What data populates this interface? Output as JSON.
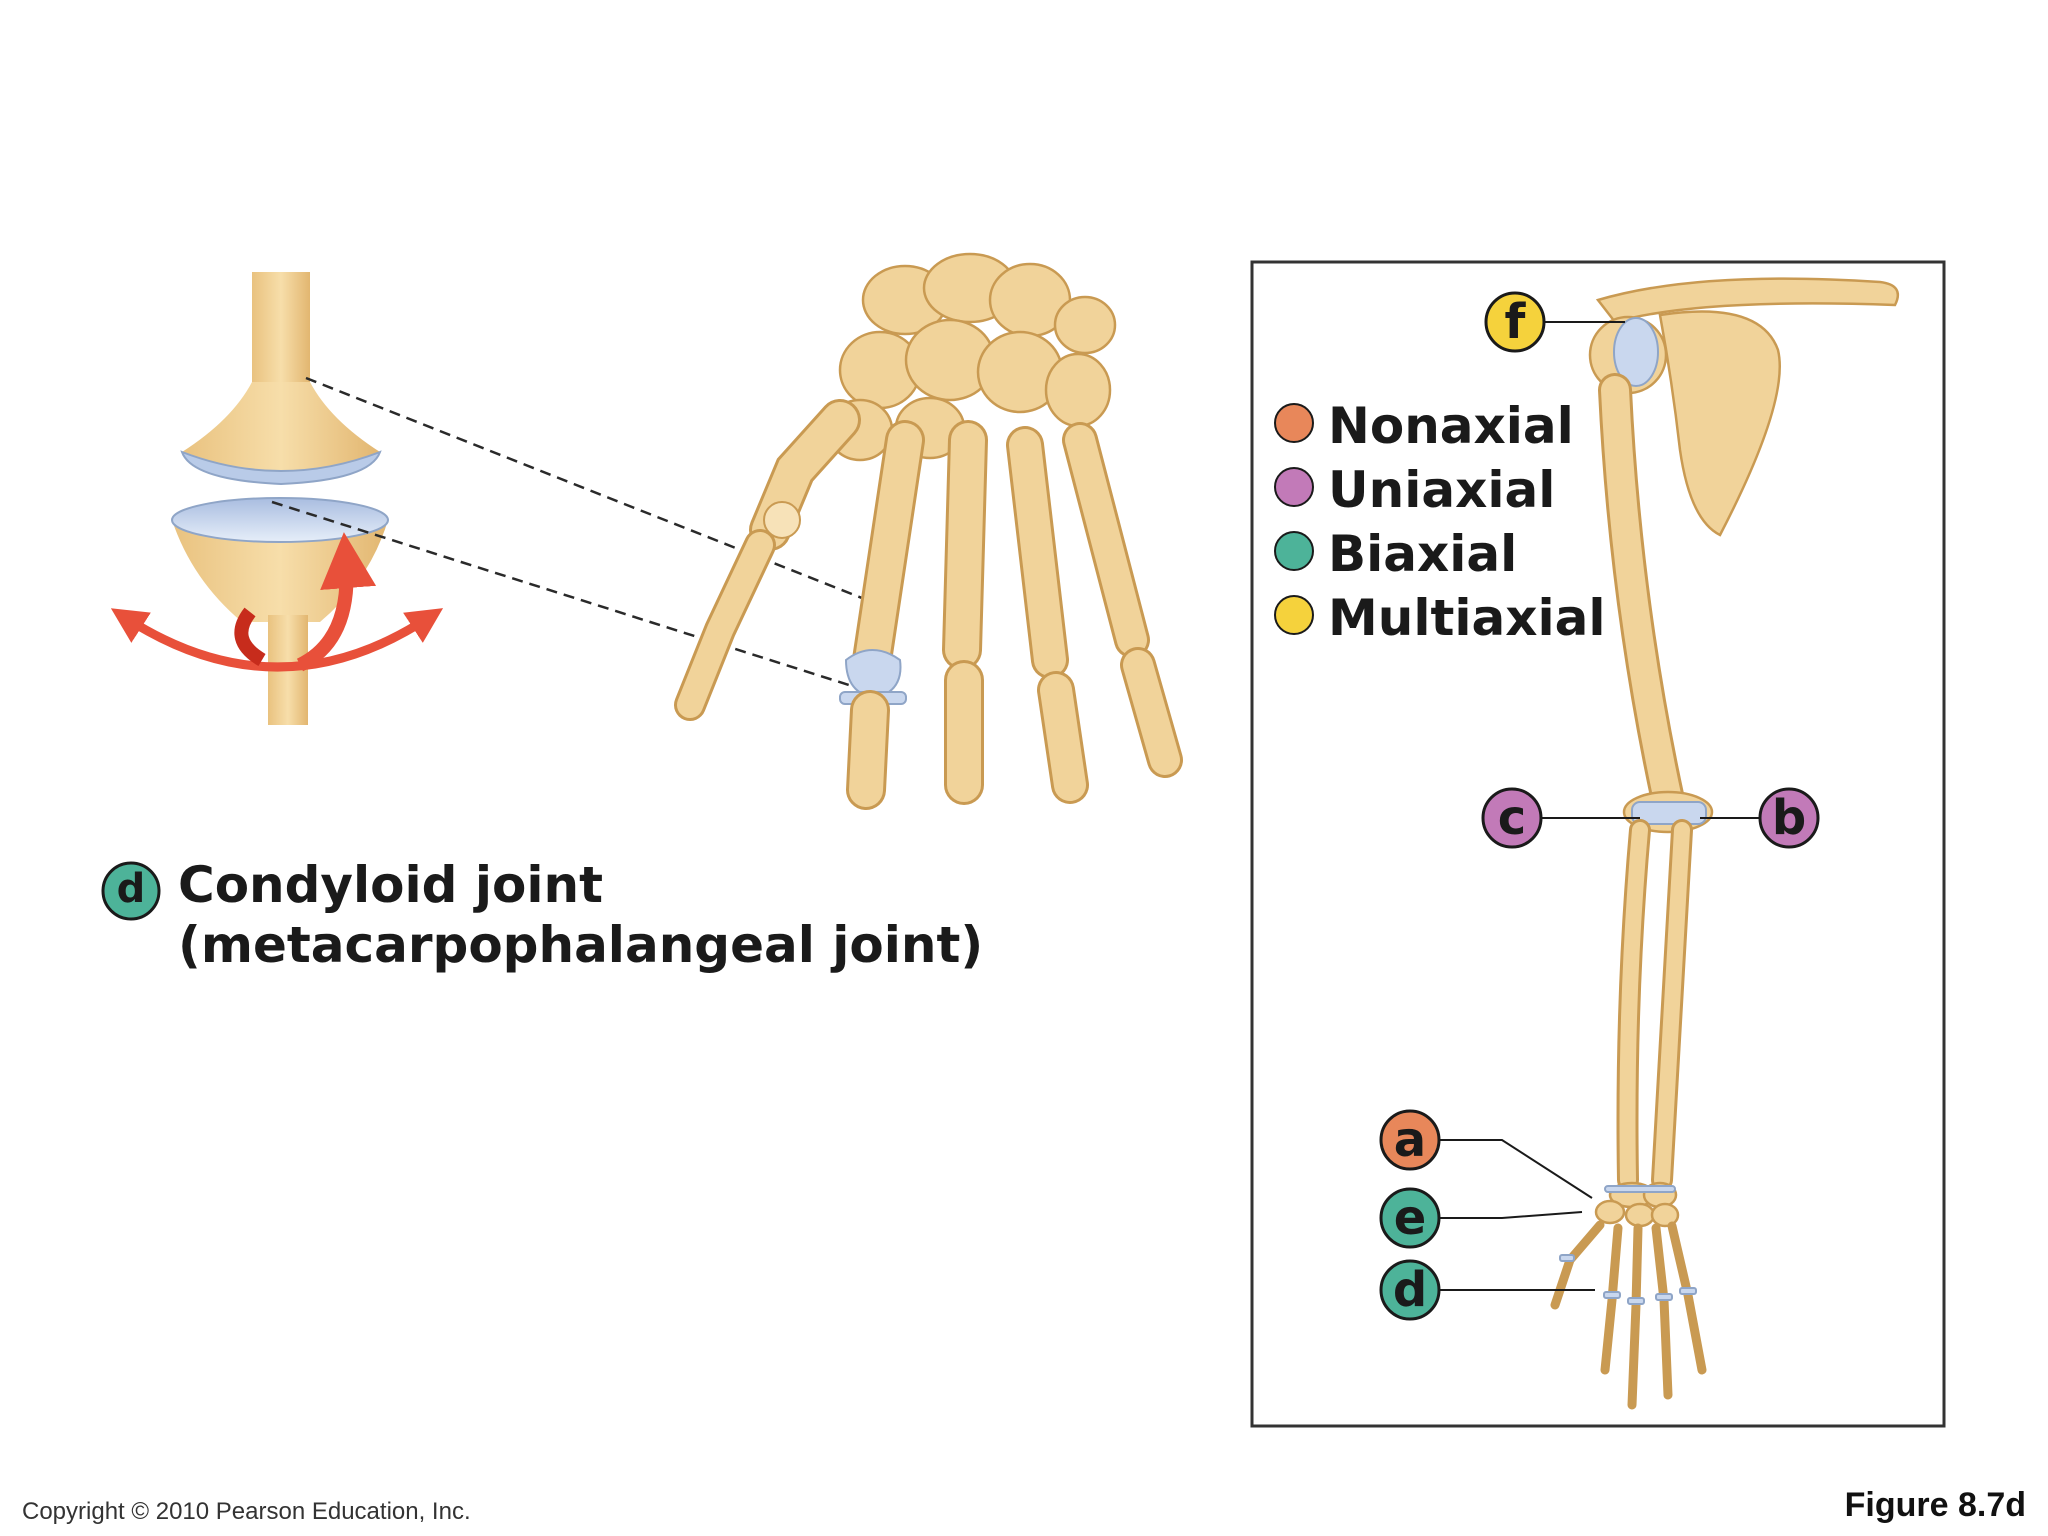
{
  "joint": {
    "badge": "d",
    "title_line1": "Condyloid joint",
    "title_line2": "(metacarpophalangeal joint)"
  },
  "legend": [
    {
      "label": "Nonaxial",
      "color": "#e8875a"
    },
    {
      "label": "Uniaxial",
      "color": "#c27ab8"
    },
    {
      "label": "Biaxial",
      "color": "#4db399"
    },
    {
      "label": "Multiaxial",
      "color": "#f5d23c"
    }
  ],
  "callouts": [
    {
      "letter": "f",
      "color": "#f5d23c"
    },
    {
      "letter": "c",
      "color": "#c27ab8"
    },
    {
      "letter": "b",
      "color": "#c27ab8"
    },
    {
      "letter": "a",
      "color": "#e8875a"
    },
    {
      "letter": "e",
      "color": "#4db399"
    },
    {
      "letter": "d",
      "color": "#4db399"
    }
  ],
  "footer": {
    "copyright": "Copyright © 2010 Pearson Education, Inc.",
    "figure": "Figure 8.7d"
  }
}
